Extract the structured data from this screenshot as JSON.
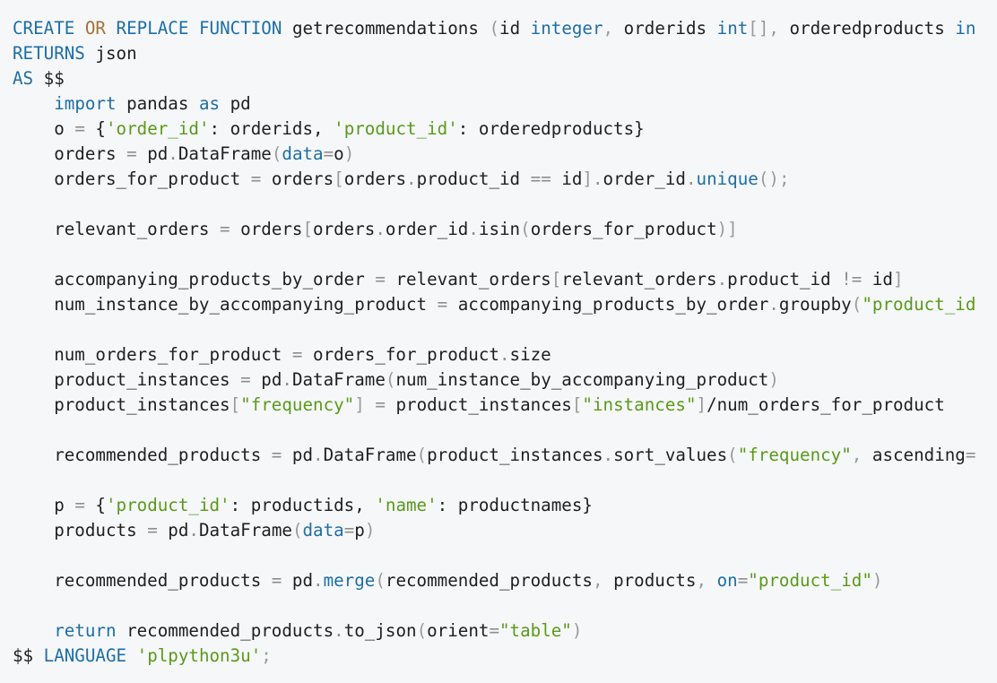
{
  "colors": {
    "background": "#f6f7f9",
    "keyword": "#1d6fa5",
    "keyword_or": "#a3743a",
    "string": "#5a9a1a",
    "operator": "#8e8e8e",
    "text": "#1f1f1f"
  },
  "code_lines": [
    [
      [
        "kw",
        "CREATE"
      ],
      [
        "p",
        " "
      ],
      [
        "kw2",
        "OR"
      ],
      [
        "p",
        " "
      ],
      [
        "kw",
        "REPLACE"
      ],
      [
        "p",
        " "
      ],
      [
        "kw",
        "FUNCTION"
      ],
      [
        "p",
        " getrecommendations "
      ],
      [
        "punc",
        "("
      ],
      [
        "p",
        "id "
      ],
      [
        "kw",
        "integer"
      ],
      [
        "punc",
        ","
      ],
      [
        "p",
        " orderids "
      ],
      [
        "kw",
        "int"
      ],
      [
        "punc",
        "[],"
      ],
      [
        "p",
        " orderedproducts "
      ],
      [
        "kw",
        "in"
      ]
    ],
    [
      [
        "kw",
        "RETURNS"
      ],
      [
        "p",
        " json"
      ]
    ],
    [
      [
        "kw",
        "AS"
      ],
      [
        "p",
        " $$"
      ]
    ],
    [
      [
        "p",
        "    "
      ],
      [
        "kw",
        "import"
      ],
      [
        "p",
        " pandas "
      ],
      [
        "kw",
        "as"
      ],
      [
        "p",
        " pd"
      ]
    ],
    [
      [
        "p",
        "    o "
      ],
      [
        "op",
        "="
      ],
      [
        "p",
        " {"
      ],
      [
        "str",
        "'order_id'"
      ],
      [
        "p",
        ": orderids, "
      ],
      [
        "str",
        "'product_id'"
      ],
      [
        "p",
        ": orderedproducts}"
      ]
    ],
    [
      [
        "p",
        "    orders "
      ],
      [
        "op",
        "="
      ],
      [
        "p",
        " pd"
      ],
      [
        "op",
        "."
      ],
      [
        "p",
        "DataFrame"
      ],
      [
        "punc",
        "("
      ],
      [
        "kw",
        "data"
      ],
      [
        "op",
        "="
      ],
      [
        "p",
        "o"
      ],
      [
        "punc",
        ")"
      ]
    ],
    [
      [
        "p",
        "    orders_for_product "
      ],
      [
        "op",
        "="
      ],
      [
        "p",
        " orders"
      ],
      [
        "punc",
        "["
      ],
      [
        "p",
        "orders"
      ],
      [
        "op",
        "."
      ],
      [
        "p",
        "product_id "
      ],
      [
        "op",
        "=="
      ],
      [
        "p",
        " id"
      ],
      [
        "punc",
        "]"
      ],
      [
        "op",
        "."
      ],
      [
        "p",
        "order_id"
      ],
      [
        "op",
        "."
      ],
      [
        "kw",
        "unique"
      ],
      [
        "punc",
        "();"
      ]
    ],
    [],
    [
      [
        "p",
        "    relevant_orders "
      ],
      [
        "op",
        "="
      ],
      [
        "p",
        " orders"
      ],
      [
        "punc",
        "["
      ],
      [
        "p",
        "orders"
      ],
      [
        "op",
        "."
      ],
      [
        "p",
        "order_id"
      ],
      [
        "op",
        "."
      ],
      [
        "p",
        "isin"
      ],
      [
        "punc",
        "("
      ],
      [
        "p",
        "orders_for_product"
      ],
      [
        "punc",
        ")]"
      ]
    ],
    [],
    [
      [
        "p",
        "    accompanying_products_by_order "
      ],
      [
        "op",
        "="
      ],
      [
        "p",
        " relevant_orders"
      ],
      [
        "punc",
        "["
      ],
      [
        "p",
        "relevant_orders"
      ],
      [
        "op",
        "."
      ],
      [
        "p",
        "product_id "
      ],
      [
        "op",
        "!="
      ],
      [
        "p",
        " id"
      ],
      [
        "punc",
        "]"
      ]
    ],
    [
      [
        "p",
        "    num_instance_by_accompanying_product "
      ],
      [
        "op",
        "="
      ],
      [
        "p",
        " accompanying_products_by_order"
      ],
      [
        "op",
        "."
      ],
      [
        "p",
        "groupby"
      ],
      [
        "punc",
        "("
      ],
      [
        "str",
        "\"product_id"
      ]
    ],
    [],
    [
      [
        "p",
        "    num_orders_for_product "
      ],
      [
        "op",
        "="
      ],
      [
        "p",
        " orders_for_product"
      ],
      [
        "op",
        "."
      ],
      [
        "p",
        "size"
      ]
    ],
    [
      [
        "p",
        "    product_instances "
      ],
      [
        "op",
        "="
      ],
      [
        "p",
        " pd"
      ],
      [
        "op",
        "."
      ],
      [
        "p",
        "DataFrame"
      ],
      [
        "punc",
        "("
      ],
      [
        "p",
        "num_instance_by_accompanying_product"
      ],
      [
        "punc",
        ")"
      ]
    ],
    [
      [
        "p",
        "    product_instances"
      ],
      [
        "punc",
        "["
      ],
      [
        "str",
        "\"frequency\""
      ],
      [
        "punc",
        "]"
      ],
      [
        "p",
        " "
      ],
      [
        "op",
        "="
      ],
      [
        "p",
        " product_instances"
      ],
      [
        "punc",
        "["
      ],
      [
        "str",
        "\"instances\""
      ],
      [
        "punc",
        "]"
      ],
      [
        "p",
        "/num_orders_for_product"
      ]
    ],
    [],
    [
      [
        "p",
        "    recommended_products "
      ],
      [
        "op",
        "="
      ],
      [
        "p",
        " pd"
      ],
      [
        "op",
        "."
      ],
      [
        "p",
        "DataFrame"
      ],
      [
        "punc",
        "("
      ],
      [
        "p",
        "product_instances"
      ],
      [
        "op",
        "."
      ],
      [
        "p",
        "sort_values"
      ],
      [
        "punc",
        "("
      ],
      [
        "str",
        "\"frequency\""
      ],
      [
        "punc",
        ","
      ],
      [
        "p",
        " ascending"
      ],
      [
        "op",
        "="
      ]
    ],
    [],
    [
      [
        "p",
        "    p "
      ],
      [
        "op",
        "="
      ],
      [
        "p",
        " {"
      ],
      [
        "str",
        "'product_id'"
      ],
      [
        "p",
        ": productids, "
      ],
      [
        "str",
        "'name'"
      ],
      [
        "p",
        ": productnames}"
      ]
    ],
    [
      [
        "p",
        "    products "
      ],
      [
        "op",
        "="
      ],
      [
        "p",
        " pd"
      ],
      [
        "op",
        "."
      ],
      [
        "p",
        "DataFrame"
      ],
      [
        "punc",
        "("
      ],
      [
        "kw",
        "data"
      ],
      [
        "op",
        "="
      ],
      [
        "p",
        "p"
      ],
      [
        "punc",
        ")"
      ]
    ],
    [],
    [
      [
        "p",
        "    recommended_products "
      ],
      [
        "op",
        "="
      ],
      [
        "p",
        " pd"
      ],
      [
        "op",
        "."
      ],
      [
        "kw",
        "merge"
      ],
      [
        "punc",
        "("
      ],
      [
        "p",
        "recommended_products"
      ],
      [
        "punc",
        ","
      ],
      [
        "p",
        " products"
      ],
      [
        "punc",
        ","
      ],
      [
        "p",
        " "
      ],
      [
        "kw",
        "on"
      ],
      [
        "op",
        "="
      ],
      [
        "str",
        "\"product_id\""
      ],
      [
        "punc",
        ")"
      ]
    ],
    [],
    [
      [
        "p",
        "    "
      ],
      [
        "kw",
        "return"
      ],
      [
        "p",
        " recommended_products"
      ],
      [
        "op",
        "."
      ],
      [
        "p",
        "to_json"
      ],
      [
        "punc",
        "("
      ],
      [
        "p",
        "orient"
      ],
      [
        "op",
        "="
      ],
      [
        "str",
        "\"table\""
      ],
      [
        "punc",
        ")"
      ]
    ],
    [
      [
        "p",
        "$$ "
      ],
      [
        "kw",
        "LANGUAGE"
      ],
      [
        "p",
        " "
      ],
      [
        "str",
        "'plpython3u'"
      ],
      [
        "punc",
        ";"
      ]
    ]
  ]
}
